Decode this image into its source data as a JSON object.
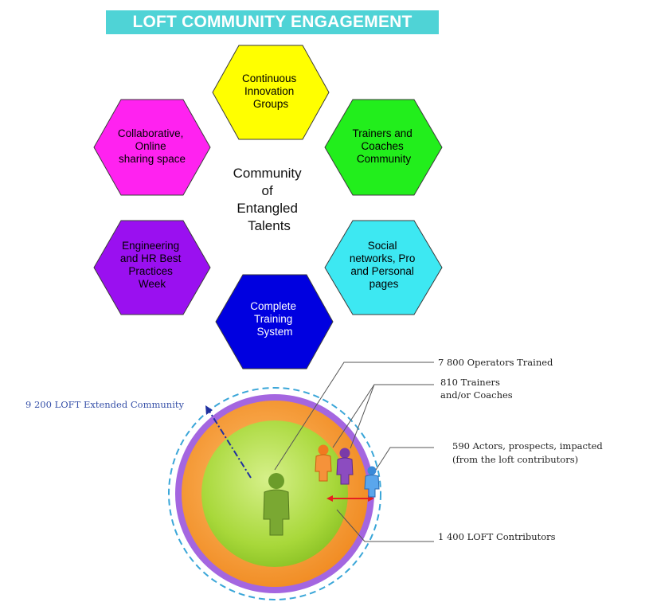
{
  "title": "LOFT COMMUNITY ENGAGEMENT",
  "center": {
    "lines": [
      "Community",
      "of",
      "Entangled",
      "Talents"
    ]
  },
  "hexagons": [
    {
      "id": "continuous-innovation",
      "lines": [
        "Continuous",
        "Innovation",
        "Groups"
      ],
      "color": "#ffff00"
    },
    {
      "id": "trainers-coaches",
      "lines": [
        "Trainers and",
        "Coaches",
        "Community"
      ],
      "color": "#22ee1c"
    },
    {
      "id": "social-networks",
      "lines": [
        "Social",
        "networks, Pro",
        "and Personal",
        "pages"
      ],
      "color": "#3de8f2"
    },
    {
      "id": "complete-training",
      "lines": [
        "Complete",
        "Training",
        "System"
      ],
      "color": "#0000e0"
    },
    {
      "id": "engineering-hr",
      "lines": [
        "Engineering",
        "and HR Best",
        "Practices",
        "Week"
      ],
      "color": "#9a10f0"
    },
    {
      "id": "collaborative-online",
      "lines": [
        "Collaborative,",
        "Online",
        "sharing space"
      ],
      "color": "#ff22f0"
    }
  ],
  "annotations": {
    "extended_community": "9 200 LOFT  Extended Community",
    "operators_trained": "7 800  Operators Trained",
    "trainers_line1": "810 Trainers",
    "trainers_line2": "and/or Coaches",
    "actors_line1": "590 Actors, prospects, impacted",
    "actors_line2": "(from the loft contributors)",
    "contributors": "1 400  LOFT Contributors"
  },
  "colors": {
    "title_bg": "#4fd3d6",
    "outer_ring": "#a466e0",
    "orange_ring": "#f59a3a",
    "green_core": "#a8d83a",
    "dashed_circle": "#3aa6d8",
    "arrow_red": "#e62020"
  },
  "icons": [
    "person-green-icon",
    "person-orange-icon",
    "person-purple-icon",
    "person-blue-icon"
  ]
}
